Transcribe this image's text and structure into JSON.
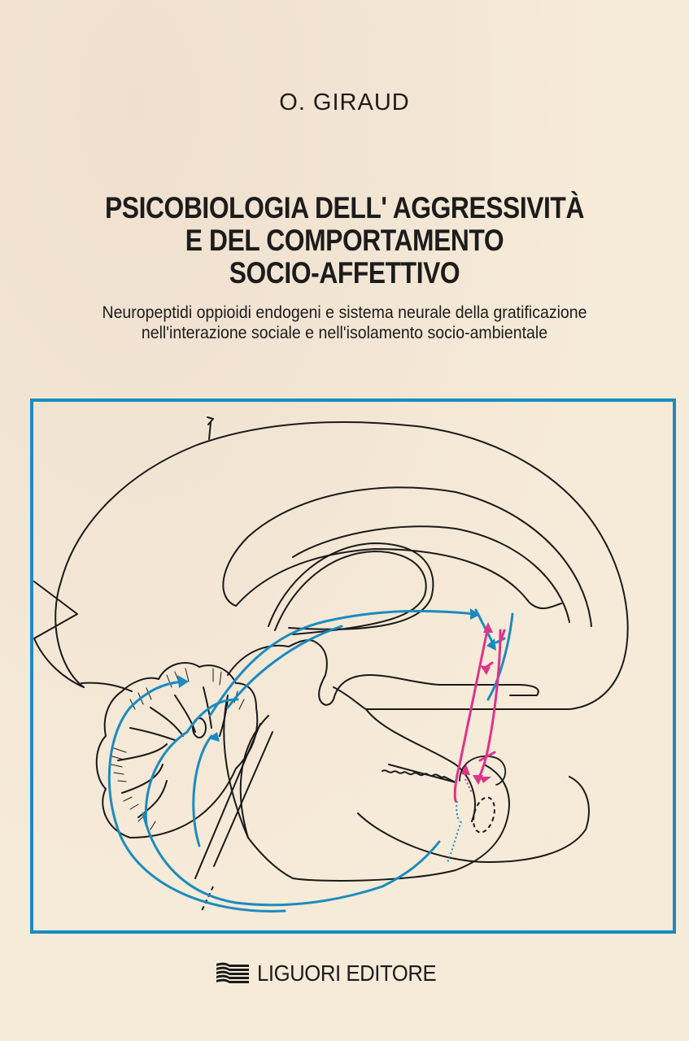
{
  "cover": {
    "author": "O. GIRAUD",
    "title_lines": [
      "PSICOBIOLOGIA DELL' AGGRESSIVITÀ",
      "E DEL COMPORTAMENTO",
      "SOCIO-AFFETTIVO"
    ],
    "subtitle_lines": [
      "Neuropeptidi oppioidi endogeni e sistema neurale della gratificazione",
      "nell'interazione sociale e nell'isolamento socio-ambientale"
    ],
    "publisher": "LIGUORI EDITORE",
    "publisher_logo_icon": "stacked-wave-lines-icon"
  },
  "illustration": {
    "description": "Sagittal brain section with neural pathways",
    "colors": {
      "frame": "#1b8bbf",
      "pathway_blue": "#1b8bbf",
      "pathway_pink": "#e0338a",
      "outline": "#1a1a1a",
      "paper": "#f6ead8"
    }
  }
}
